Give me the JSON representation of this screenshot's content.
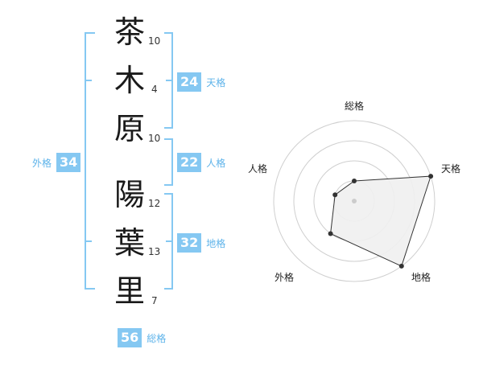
{
  "name": {
    "chars": [
      {
        "char": "茶",
        "strokes": "10"
      },
      {
        "char": "木",
        "strokes": "4"
      },
      {
        "char": "原",
        "strokes": "10"
      },
      {
        "char": "陽",
        "strokes": "12"
      },
      {
        "char": "葉",
        "strokes": "13"
      },
      {
        "char": "里",
        "strokes": "7"
      }
    ]
  },
  "fortune": {
    "tenkaku": {
      "value": "24",
      "label": "天格"
    },
    "jinkaku": {
      "value": "22",
      "label": "人格"
    },
    "chikaku": {
      "value": "32",
      "label": "地格"
    },
    "gaikaku": {
      "value": "34",
      "label": "外格"
    },
    "soukaku": {
      "value": "56",
      "label": "総格"
    }
  },
  "colors": {
    "accent": "#85c8f2",
    "accent_text": "#5db3ea",
    "radar_fill": "#efefef"
  },
  "chart_data": {
    "type": "radar",
    "axes": [
      "総格",
      "天格",
      "地格",
      "外格",
      "人格"
    ],
    "values": [
      1,
      4,
      4,
      2,
      1
    ],
    "range": [
      0,
      4
    ],
    "rings": 4
  }
}
